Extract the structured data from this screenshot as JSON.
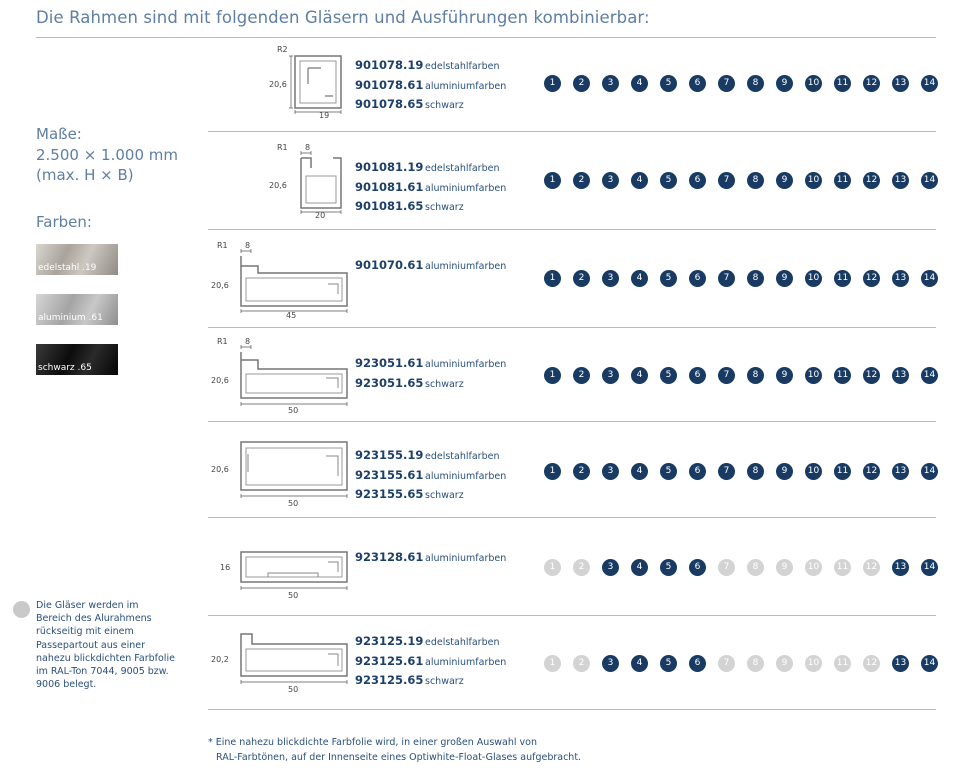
{
  "heading": "Die Rahmen sind mit folgenden Gläsern und Ausführungen kombinierbar:",
  "masse": {
    "label": "Maße:",
    "line1": "2.500 × 1.000 mm",
    "line2": "(max. H × B)"
  },
  "farben": {
    "label": "Farben:",
    "swatches": [
      "edelstahl .19",
      "aluminium .61",
      "schwarz .65"
    ]
  },
  "note": "Die Gläser werden im Bereich des Alurahmens rückseitig mit einem Passepartout aus einer nahezu blickdichten Farbfolie im RAL-Ton 7044, 9005 bzw. 9006 belegt.",
  "footnote": {
    "line1": "* Eine nahezu blickdichte Farbfolie wird, in einer großen Auswahl von",
    "line2": "RAL-Farbtönen, auf der Innenseite eines Optiwhite-Float-Glases aufgebracht."
  },
  "glass_numbers": [
    "1",
    "2",
    "3",
    "4",
    "5",
    "6",
    "7",
    "8",
    "9",
    "10",
    "11",
    "12",
    "13",
    "14"
  ],
  "colors": {
    "active": "#183a63",
    "inactive": "#d3d3d3",
    "rule": "#b9b9b9",
    "text": "#2a4f7a"
  },
  "rows": [
    {
      "profile_labels": {
        "r": "R2",
        "h": "20,6",
        "w": "19"
      },
      "items": [
        {
          "code": "901078.19",
          "finish": "edelstahlfarben"
        },
        {
          "code": "901078.61",
          "finish": "aluminiumfarben"
        },
        {
          "code": "901078.65",
          "finish": "schwarz"
        }
      ],
      "available": [
        1,
        1,
        1,
        1,
        1,
        1,
        1,
        1,
        1,
        1,
        1,
        1,
        1,
        1
      ]
    },
    {
      "profile_labels": {
        "r": "R1",
        "top": "8",
        "h": "20,6",
        "w": "20"
      },
      "items": [
        {
          "code": "901081.19",
          "finish": "edelstahlfarben"
        },
        {
          "code": "901081.61",
          "finish": "aluminiumfarben"
        },
        {
          "code": "901081.65",
          "finish": "schwarz"
        }
      ],
      "available": [
        1,
        1,
        1,
        1,
        1,
        1,
        1,
        1,
        1,
        1,
        1,
        1,
        1,
        1
      ]
    },
    {
      "profile_labels": {
        "r": "R1",
        "top": "8",
        "h": "20,6",
        "w": "45"
      },
      "items": [
        {
          "code": "901070.61",
          "finish": "aluminiumfarben"
        }
      ],
      "available": [
        1,
        1,
        1,
        1,
        1,
        1,
        1,
        1,
        1,
        1,
        1,
        1,
        1,
        1
      ]
    },
    {
      "profile_labels": {
        "r": "R1",
        "top": "8",
        "h": "20,6",
        "w": "50"
      },
      "items": [
        {
          "code": "923051.61",
          "finish": "aluminiumfarben"
        },
        {
          "code": "923051.65",
          "finish": "schwarz"
        }
      ],
      "available": [
        1,
        1,
        1,
        1,
        1,
        1,
        1,
        1,
        1,
        1,
        1,
        1,
        1,
        1
      ]
    },
    {
      "profile_labels": {
        "h": "20,6",
        "w": "50"
      },
      "items": [
        {
          "code": "923155.19",
          "finish": "edelstahlfarben"
        },
        {
          "code": "923155.61",
          "finish": "aluminiumfarben"
        },
        {
          "code": "923155.65",
          "finish": "schwarz"
        }
      ],
      "available": [
        1,
        1,
        1,
        1,
        1,
        1,
        1,
        1,
        1,
        1,
        1,
        1,
        1,
        1
      ]
    },
    {
      "profile_labels": {
        "h": "16",
        "w": "50"
      },
      "items": [
        {
          "code": "923128.61",
          "finish": "aluminiumfarben"
        }
      ],
      "available": [
        0,
        0,
        1,
        1,
        1,
        1,
        0,
        0,
        0,
        0,
        0,
        0,
        1,
        1
      ]
    },
    {
      "profile_labels": {
        "h": "20,2",
        "w": "50"
      },
      "items": [
        {
          "code": "923125.19",
          "finish": "edelstahlfarben"
        },
        {
          "code": "923125.61",
          "finish": "aluminiumfarben"
        },
        {
          "code": "923125.65",
          "finish": "schwarz"
        }
      ],
      "available": [
        0,
        0,
        1,
        1,
        1,
        1,
        0,
        0,
        0,
        0,
        0,
        0,
        1,
        1
      ]
    }
  ]
}
